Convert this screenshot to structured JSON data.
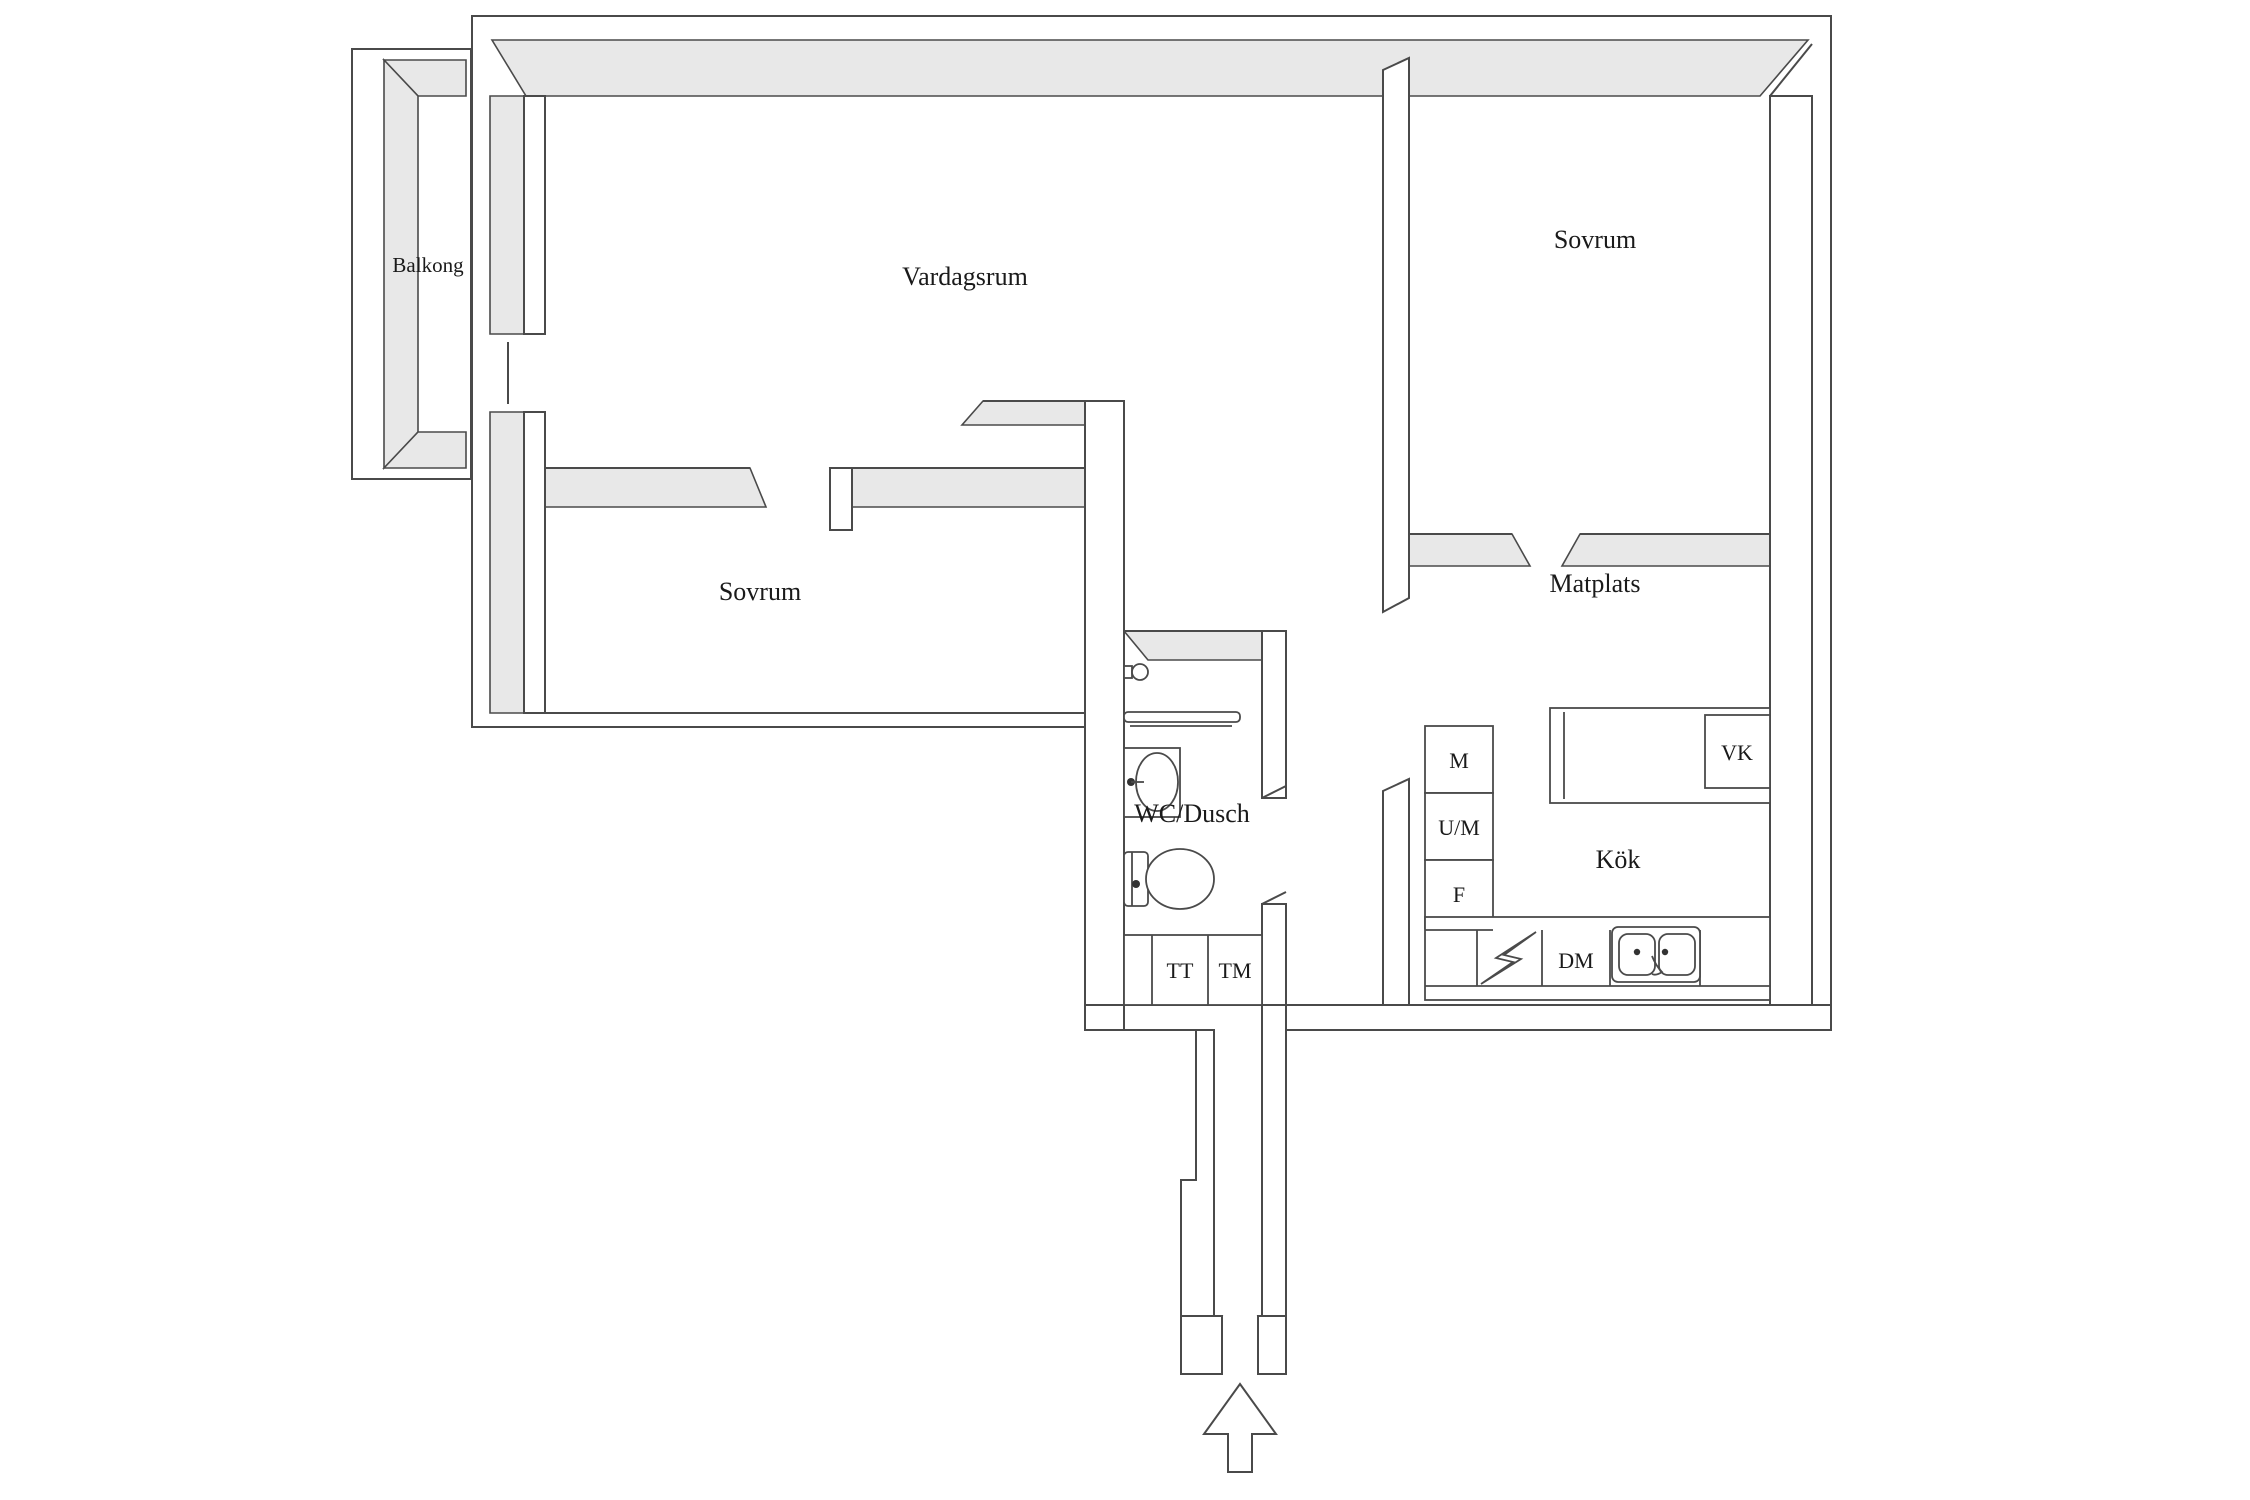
{
  "title": "Apartment floor plan",
  "colors": {
    "background": "#ffffff",
    "line": "#4a4a4a",
    "wall_top_face": "#e8e8e8",
    "text": "#1a1a1a"
  },
  "rooms": {
    "balkong": {
      "label": "Balkong"
    },
    "vardagsrum": {
      "label": "Vardagsrum"
    },
    "sovrum_top": {
      "label": "Sovrum"
    },
    "sovrum_left": {
      "label": "Sovrum"
    },
    "matplats": {
      "label": "Matplats"
    },
    "kok": {
      "label": "Kök"
    },
    "wc": {
      "label": "WC/Dusch"
    }
  },
  "appliances": {
    "m": "M",
    "um": "U/M",
    "f": "F",
    "vk": "VK",
    "dm": "DM",
    "tt": "TT",
    "tm": "TM"
  },
  "symbols": {
    "entry_arrow": "entry-arrow"
  }
}
